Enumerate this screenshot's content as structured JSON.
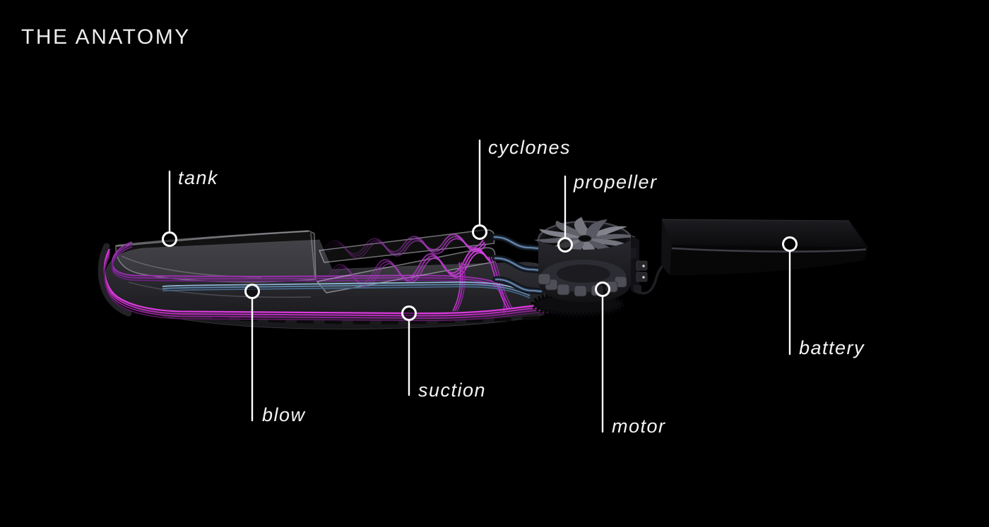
{
  "title": "THE ANATOMY",
  "parts": {
    "tank": "tank",
    "cyclones": "cyclones",
    "propeller": "propeller",
    "blow": "blow",
    "suction": "suction",
    "motor": "motor",
    "battery": "battery"
  },
  "colors": {
    "background": "#000000",
    "label_text": "#f4f4f4",
    "leader_line": "#ffffff",
    "suction_flow_magenta": "#cc2fd0",
    "blow_flow_blue": "#7fa6c9",
    "cyclone_swirl_purple": "#9b3fb5",
    "device_body_gray": "#2b2b30"
  }
}
